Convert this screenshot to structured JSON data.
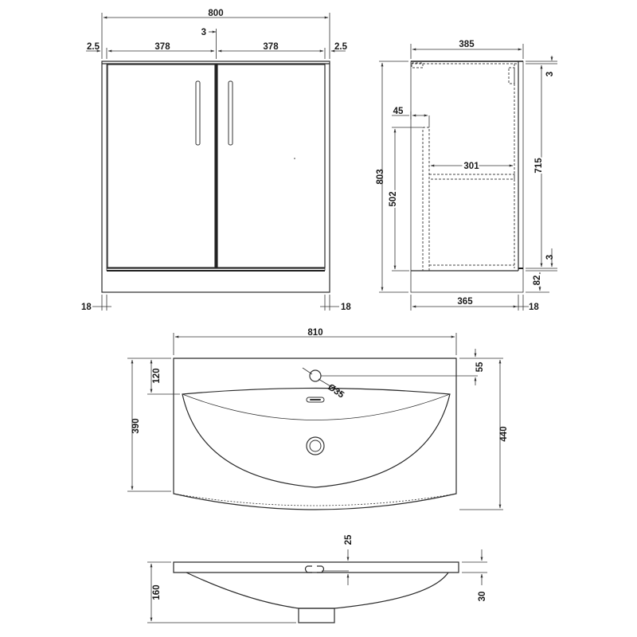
{
  "front_view": {
    "overall_width": "800",
    "side_gap_left": "2.5",
    "door_left_width": "378",
    "center_gap": "3",
    "door_right_width": "378",
    "side_gap_right": "2.5",
    "leg_left": "18",
    "leg_right": "18"
  },
  "side_view": {
    "depth": "385",
    "height": "803",
    "top_gap": "3",
    "door_offset": "45",
    "shelf_depth": "301",
    "internal_height": "715",
    "door_height": "502",
    "bottom_gap": "3",
    "plinth": "82",
    "base_depth": "365",
    "base_panel": "18"
  },
  "basin_plan": {
    "width": "810",
    "tap_hole_offset": "120",
    "tap_hole_back": "55",
    "tap_hole_diameter": "Ø35",
    "bowl_depth": "390",
    "overall_depth": "440"
  },
  "basin_section": {
    "rim_thickness": "25",
    "height": "160",
    "edge_depth": "30"
  }
}
